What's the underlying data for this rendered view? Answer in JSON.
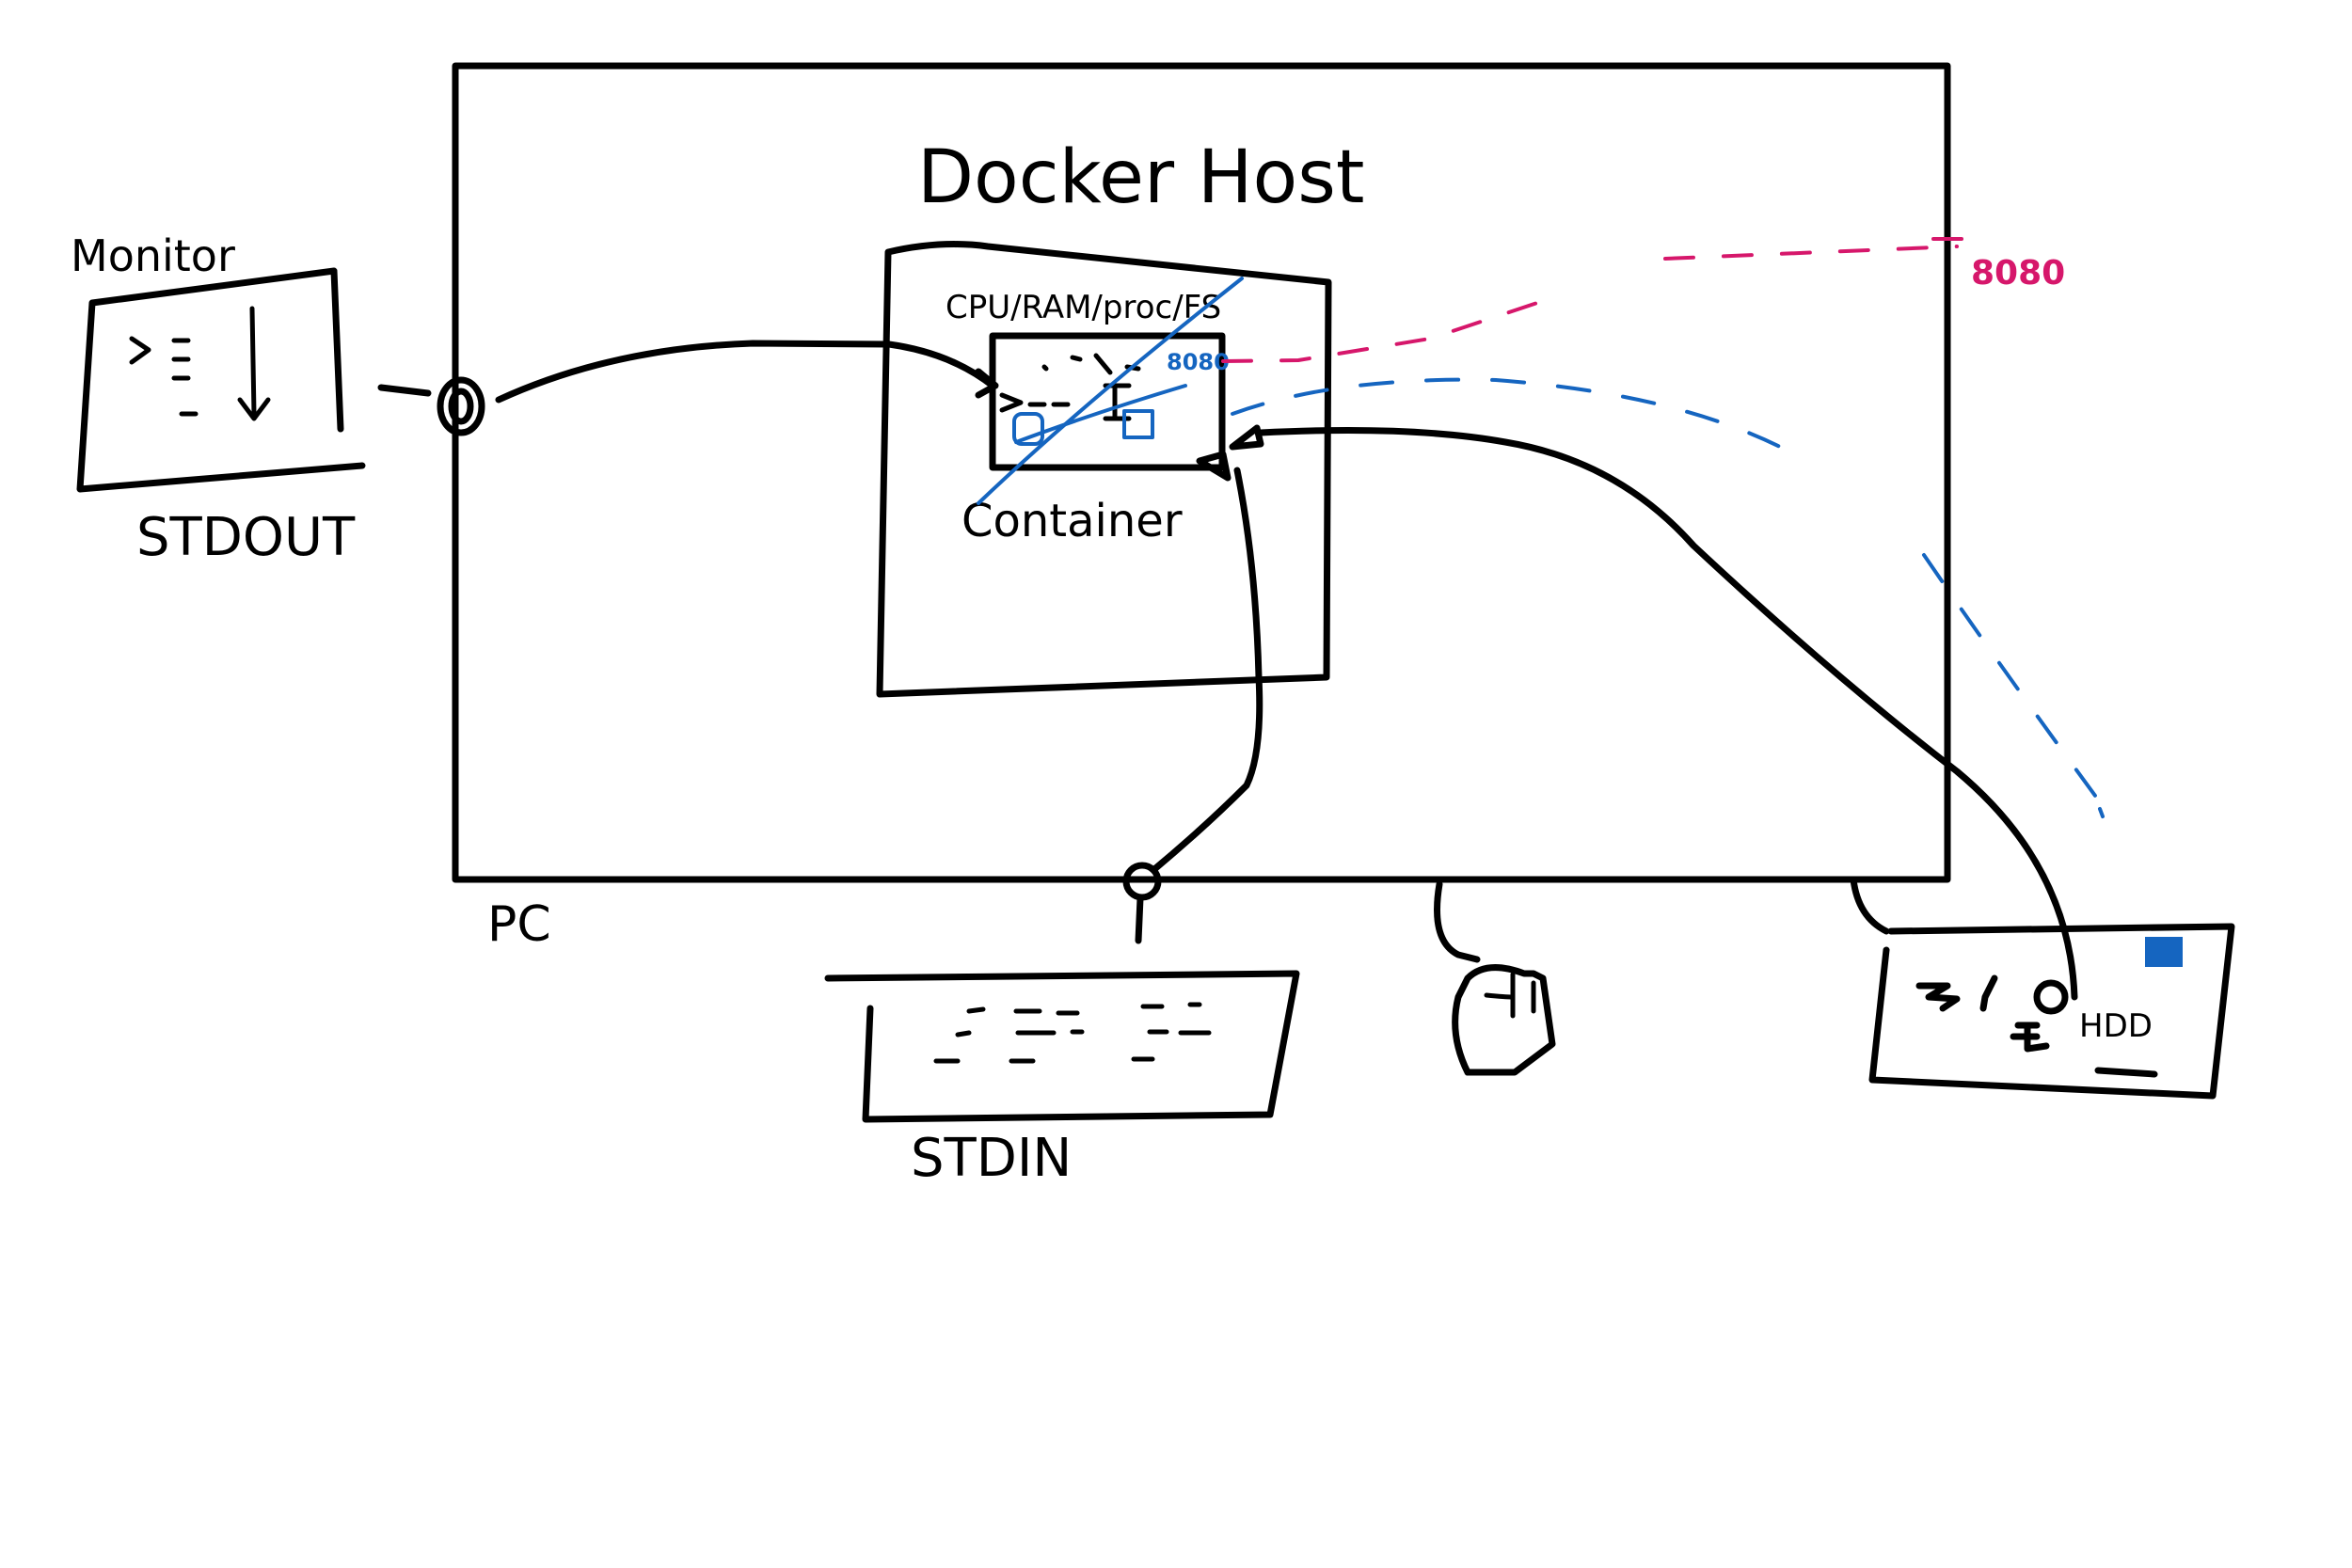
{
  "diagram": {
    "title": "Docker Host",
    "host_label": "PC",
    "container_label": "Container",
    "resources_label": "CPU/RAM/proc/FS",
    "monitor_label": "Monitor",
    "stdout_label": "STDOUT",
    "stdin_label": "STDIN",
    "hdd_label": "HDD",
    "port_container": "8080",
    "port_host": "8080",
    "colors": {
      "ink": "#000000",
      "port": "#d6176b",
      "volume": "#1565c0"
    }
  }
}
